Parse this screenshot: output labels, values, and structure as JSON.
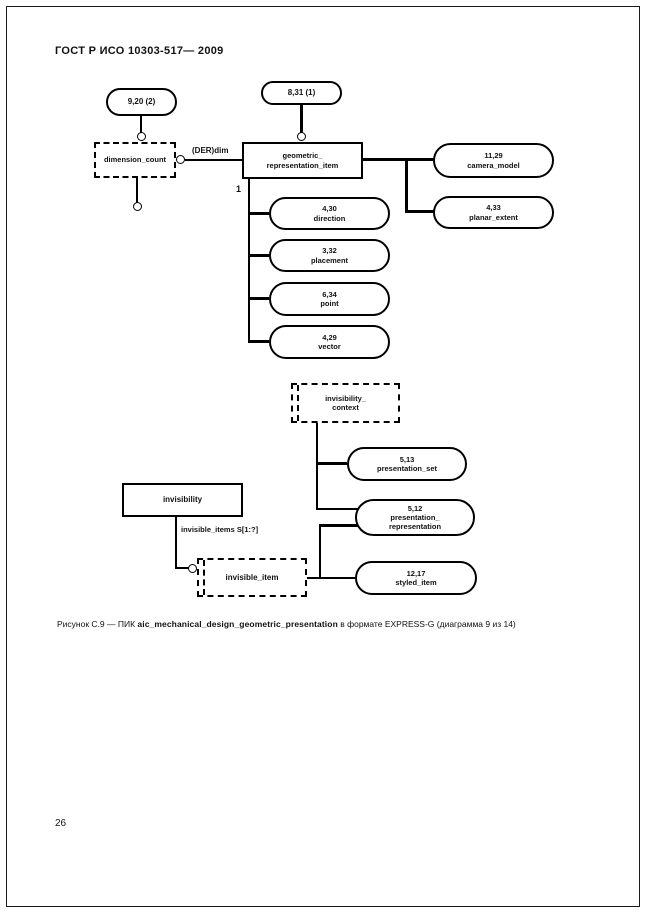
{
  "doc": {
    "header": "ГОСТ Р ИСО 10303-517— 2009",
    "page_number": "26",
    "caption_prefix": "Рисунок С.9 — ПИК ",
    "caption_bold": "aic_mechanical_design_geometric_presentation",
    "caption_suffix": " в формате EXPRESS-G (диаграмма 9 из 14)"
  },
  "diagram": {
    "labels": {
      "der_dim": "(DER)dim",
      "oneof": "1",
      "invisible_items": "invisible_items S[1:?]"
    },
    "nodes": {
      "ref_top_left": {
        "label": "9,20 (2)"
      },
      "ref_top_center": {
        "label": "8,31 (1)"
      },
      "dimension_count": {
        "label": "dimension_count"
      },
      "geometric_representation_item": {
        "line1": "geometric_",
        "line2": "representation_item"
      },
      "camera_model": {
        "ref": "11,29",
        "name": "camera_model"
      },
      "planar_extent": {
        "ref": "4,33",
        "name": "planar_extent"
      },
      "direction": {
        "ref": "4,30",
        "name": "direction"
      },
      "placement": {
        "ref": "3,32",
        "name": "placement"
      },
      "point": {
        "ref": "6,34",
        "name": "point"
      },
      "vector": {
        "ref": "4,29",
        "name": "vector"
      },
      "invisibility_context": {
        "line1": "invisibility_",
        "line2": "context"
      },
      "presentation_set": {
        "ref": "5,13",
        "name": "presentation_set"
      },
      "presentation_representation": {
        "ref": "5,12",
        "line1": "presentation_",
        "line2": "representation"
      },
      "invisibility": {
        "label": "invisibility"
      },
      "invisible_item": {
        "label": "invisible_item"
      },
      "styled_item": {
        "ref": "12,17",
        "name": "styled_item"
      }
    },
    "colors": {
      "ink": "#111111",
      "paper": "#ffffff"
    }
  }
}
